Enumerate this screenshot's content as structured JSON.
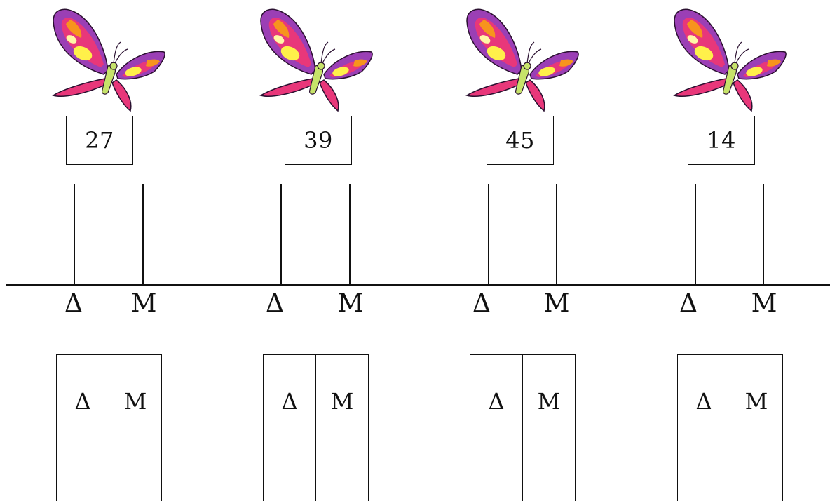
{
  "worksheet": {
    "axis_labels": {
      "tens": "Δ",
      "units": "Μ"
    },
    "table_headers": {
      "tens": "Δ",
      "units": "Μ"
    },
    "exercises": [
      {
        "number": "27"
      },
      {
        "number": "39"
      },
      {
        "number": "45"
      },
      {
        "number": "14"
      }
    ]
  },
  "colors": {
    "wing_purple": "#9b3fb5",
    "wing_pink": "#e8377a",
    "wing_orange": "#f7941d",
    "wing_yellow": "#fff04a",
    "body_green": "#c6e36a"
  },
  "icons": [
    "butterfly-illustration"
  ]
}
